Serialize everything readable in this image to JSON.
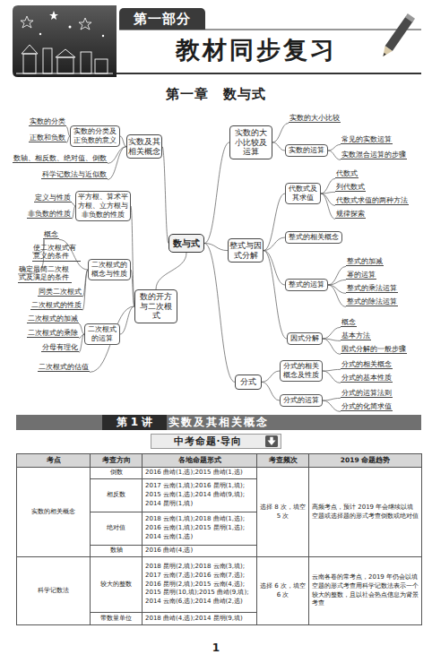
{
  "diagram": {
    "title": "第一章　数与式",
    "nodes": [
      {
        "text": [
          "第一部分"
        ]
      },
      {
        "text": [
          "数与式"
        ]
      },
      {
        "text": [
          "实数及其相关概念"
        ]
      },
      {
        "text": [
          "实数的分类及正负数的意义"
        ]
      },
      {
        "text": [
          "实数的分类"
        ]
      },
      {
        "text": [
          "正数和负数"
        ]
      },
      {
        "text": [
          "数轴、相反数、绝对值、倒数"
        ]
      },
      {
        "text": [
          "科学记数法与近似数"
        ]
      },
      {
        "text": [
          "数的开方与二次根式"
        ]
      },
      {
        "text": [
          "平方根、算术平方根、立方根与非负数的性质"
        ]
      },
      {
        "text": [
          "定义与性质"
        ]
      },
      {
        "text": [
          "非负数的性质"
        ]
      },
      {
        "text": [
          "二次根式的概念与性质"
        ]
      },
      {
        "text": [
          "概念"
        ]
      },
      {
        "text": [
          "使二次根式有意义的条件"
        ]
      },
      {
        "text": [
          "确定最简二次根式及满足的条件"
        ]
      },
      {
        "text": [
          "同类二次根式"
        ]
      },
      {
        "text": [
          "二次根式的性质"
        ]
      },
      {
        "text": [
          "二次根式的运算"
        ]
      },
      {
        "text": [
          "二次根式的加减"
        ]
      },
      {
        "text": [
          "二次根式的乘除"
        ]
      },
      {
        "text": [
          "分母有理化"
        ]
      },
      {
        "text": [
          "二次根式的估值"
        ]
      },
      {
        "text": [
          "实数的大小比较及运算"
        ]
      },
      {
        "text": [
          "实数的大小比较"
        ]
      },
      {
        "text": [
          "实数的运算"
        ]
      },
      {
        "text": [
          "常见的实数运算"
        ]
      },
      {
        "text": [
          "实数混合运算的步骤"
        ]
      },
      {
        "text": [
          "整式与因式分解"
        ]
      },
      {
        "text": [
          "代数式及其求值"
        ]
      },
      {
        "text": [
          "代数式"
        ]
      },
      {
        "text": [
          "列代数式"
        ]
      },
      {
        "text": [
          "代数式求值的两种方法"
        ]
      },
      {
        "text": [
          "规律探索"
        ]
      },
      {
        "text": [
          "整式的相关概念"
        ]
      },
      {
        "text": [
          "整式的运算"
        ]
      },
      {
        "text": [
          "整式的加减"
        ]
      },
      {
        "text": [
          "幂的运算"
        ]
      },
      {
        "text": [
          "整式的乘法运算"
        ]
      },
      {
        "text": [
          "整式的除法运算"
        ]
      },
      {
        "text": [
          "因式分解"
        ]
      },
      {
        "text": [
          "概念"
        ]
      },
      {
        "text": [
          "基本方法"
        ]
      },
      {
        "text": [
          "因式分解的一般步骤"
        ]
      },
      {
        "text": [
          "分式"
        ]
      },
      {
        "text": [
          "分式的相关概念及性质"
        ]
      },
      {
        "text": [
          "分式的相关概念"
        ]
      },
      {
        "text": [
          "分式的基本性质"
        ]
      },
      {
        "text": [
          "分式的运算"
        ]
      },
      {
        "text": [
          "分式的运算法则"
        ]
      },
      {
        "text": [
          "分式的化简求值"
        ]
      },
      {
        "text": [
          "实数及其相关概念"
        ]
      },
      {
        "text": [
          "第 1 讲"
        ],
        "in": 51
      },
      {
        "text": [
          "中考命题·导向"
        ]
      }
    ],
    "edges": [
      {
        "from": 1,
        "to": 2,
        "arrow": "none"
      },
      {
        "from": 2,
        "to": 3,
        "arrow": "none"
      },
      {
        "from": 3,
        "to": 4,
        "arrow": "none"
      },
      {
        "from": 3,
        "to": 5,
        "arrow": "none"
      },
      {
        "from": 2,
        "to": 6,
        "arrow": "none"
      },
      {
        "from": 2,
        "to": 7,
        "arrow": "none"
      },
      {
        "from": 1,
        "to": 8,
        "arrow": "none"
      },
      {
        "from": 8,
        "to": 9,
        "arrow": "none"
      },
      {
        "from": 9,
        "to": 10,
        "arrow": "none"
      },
      {
        "from": 9,
        "to": 11,
        "arrow": "none"
      },
      {
        "from": 8,
        "to": 12,
        "arrow": "none"
      },
      {
        "from": 12,
        "to": 13,
        "arrow": "none"
      },
      {
        "from": 13,
        "to": 14,
        "arrow": "none"
      },
      {
        "from": 13,
        "to": 15,
        "arrow": "none"
      },
      {
        "from": 12,
        "to": 16,
        "arrow": "none"
      },
      {
        "from": 12,
        "to": 17,
        "arrow": "none"
      },
      {
        "from": 8,
        "to": 18,
        "arrow": "none"
      },
      {
        "from": 18,
        "to": 19,
        "arrow": "none"
      },
      {
        "from": 18,
        "to": 20,
        "arrow": "none"
      },
      {
        "from": 18,
        "to": 21,
        "arrow": "none"
      },
      {
        "from": 8,
        "to": 22,
        "arrow": "none"
      },
      {
        "from": 1,
        "to": 23,
        "arrow": "none"
      },
      {
        "from": 23,
        "to": 24,
        "arrow": "none"
      },
      {
        "from": 23,
        "to": 25,
        "arrow": "none"
      },
      {
        "from": 25,
        "to": 26,
        "arrow": "none"
      },
      {
        "from": 25,
        "to": 27,
        "arrow": "none"
      },
      {
        "from": 1,
        "to": 28,
        "arrow": "none"
      },
      {
        "from": 28,
        "to": 29,
        "arrow": "none"
      },
      {
        "from": 29,
        "to": 30,
        "arrow": "none"
      },
      {
        "from": 29,
        "to": 31,
        "arrow": "none"
      },
      {
        "from": 29,
        "to": 32,
        "arrow": "none"
      },
      {
        "from": 29,
        "to": 33,
        "arrow": "none"
      },
      {
        "from": 28,
        "to": 34,
        "arrow": "none"
      },
      {
        "from": 28,
        "to": 35,
        "arrow": "none"
      },
      {
        "from": 35,
        "to": 36,
        "arrow": "none"
      },
      {
        "from": 35,
        "to": 37,
        "arrow": "none"
      },
      {
        "from": 35,
        "to": 38,
        "arrow": "none"
      },
      {
        "from": 35,
        "to": 39,
        "arrow": "none"
      },
      {
        "from": 28,
        "to": 40,
        "arrow": "none"
      },
      {
        "from": 40,
        "to": 41,
        "arrow": "none"
      },
      {
        "from": 40,
        "to": 42,
        "arrow": "none"
      },
      {
        "from": 40,
        "to": 43,
        "arrow": "none"
      },
      {
        "from": 1,
        "to": 44,
        "arrow": "none"
      },
      {
        "from": 44,
        "to": 45,
        "arrow": "none"
      },
      {
        "from": 45,
        "to": 46,
        "arrow": "none"
      },
      {
        "from": 45,
        "to": 47,
        "arrow": "none"
      },
      {
        "from": 44,
        "to": 48,
        "arrow": "none"
      },
      {
        "from": 48,
        "to": 49,
        "arrow": "none"
      },
      {
        "from": 48,
        "to": 50,
        "arrow": "none"
      }
    ],
    "labels": [
      "教材同步复习",
      "考点",
      "考查方向",
      "各地命题形式",
      "考查频次",
      "2019 命题趋势",
      "实数的相关概念",
      "倒数",
      "2016 曲靖(1,选);2015 曲靖(1,选)",
      "选择 8 次，填空 5 次",
      "高频考点，预计 2019 年会继续以填空题或选择题的形式考查倒数或绝对值",
      "相反数",
      "2017 云南(1,填);2016 昆明(1,填); 2015 云南(1,选);2014 曲靖(9,填); 2014 昆明(1,填)",
      "绝对值",
      "2018 云南(1,填);2018 曲靖(1,选); 2016 云南(1,填);2015 昆明(1,选); 2014 云南(1,选)",
      "数轴",
      "2016 曲靖(4,选)",
      "科学记数法",
      "较大的整数",
      "2018 昆明(2,填);2018 云南(3,填); 2017 云南(7,选);2016 云南(7,选); 2016 昆明(2,填);2015 云南(4,选); 2015 昆明(10,填);2015 曲靖(9,填); 2014 云南(6,选);2014 曲靖(2,选)",
      "选择 6 次，填空 6 次",
      "云南各卷的常考点，2019 年仍会以填空题的形式考查用科学记数法表示一个较大的整数，且以社会热点信息为背景考查",
      "带数量单位",
      "2018 曲靖(4,选);2014 昆明(9,填)",
      "1"
    ]
  }
}
